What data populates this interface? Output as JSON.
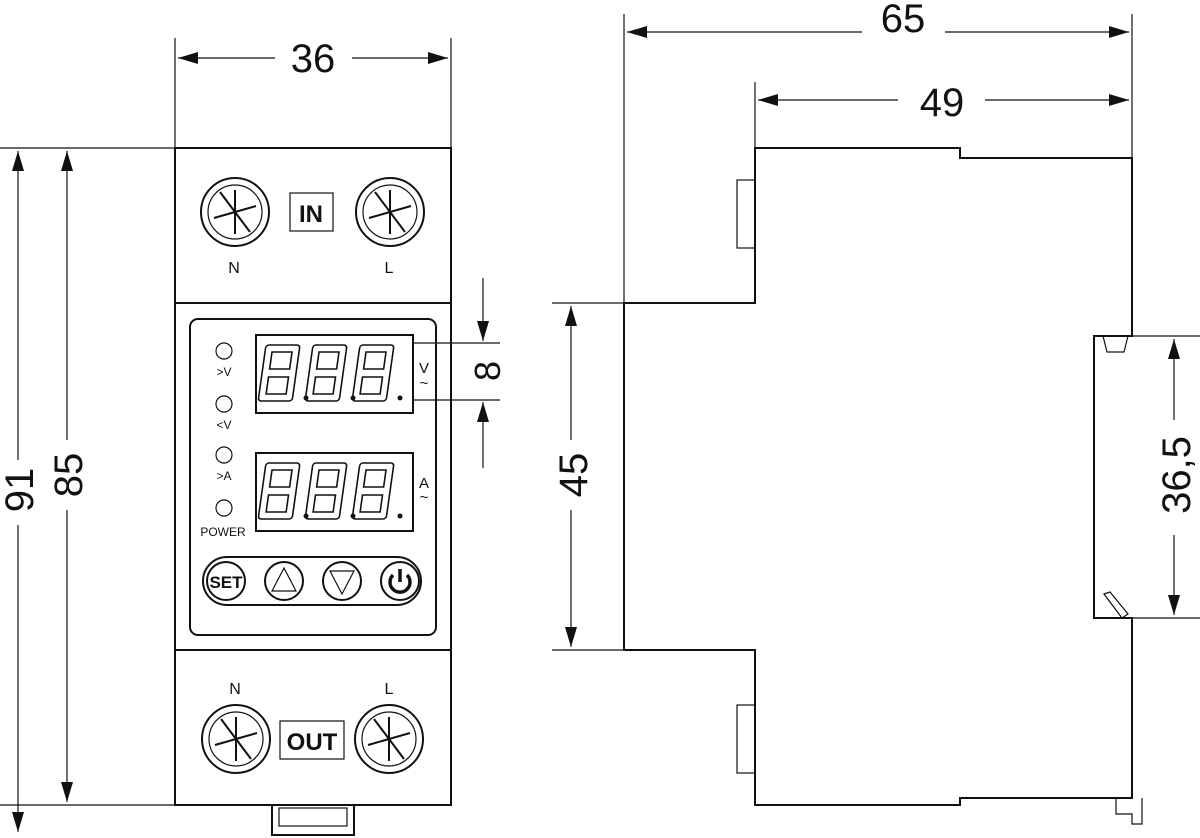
{
  "dimensions": {
    "front_width": "36",
    "front_height_total": "91",
    "front_height_body": "85",
    "display_digit_height": "8",
    "side_depth_total": "65",
    "side_depth_upper": "49",
    "side_height_mid": "45",
    "din_rail_height": "36,5"
  },
  "labels": {
    "in_box": "IN",
    "out_box": "OUT",
    "terminal_n_top": "N",
    "terminal_l_top": "L",
    "terminal_n_bottom": "N",
    "terminal_l_bottom": "L"
  },
  "indicators": [
    ">V",
    "<V",
    ">A",
    "POWER"
  ],
  "display_units": {
    "voltage": "V",
    "current": "A",
    "ac_symbol": "~"
  },
  "buttons": {
    "set": "SET"
  },
  "icons": [
    "up-triangle-icon",
    "down-triangle-icon",
    "power-icon",
    "screw-terminal-icon",
    "dim-arrow-icon"
  ],
  "colors": {
    "line": "#111111",
    "background": "#ffffff"
  }
}
